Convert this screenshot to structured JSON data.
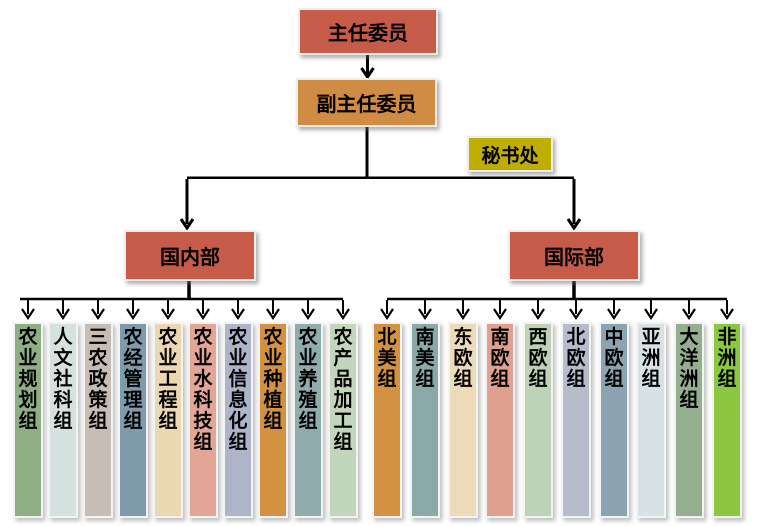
{
  "nodes": {
    "chairman": {
      "label": "主任委员",
      "color": "#C75B49"
    },
    "vice_chairman": {
      "label": "副主任委员",
      "color": "#CF8C42"
    },
    "secretariat": {
      "label": "秘书处",
      "color": "#BFAE00"
    },
    "domestic_dept": {
      "label": "国内部",
      "color": "#C75B49"
    },
    "international_dept": {
      "label": "国际部",
      "color": "#C75B49"
    }
  },
  "domestic_groups": [
    {
      "label": "农业规划组",
      "color": "#8FAE86"
    },
    {
      "label": "人文社科组",
      "color": "#D5E1DE"
    },
    {
      "label": "三农政策组",
      "color": "#C8BDB5"
    },
    {
      "label": "农经管理组",
      "color": "#7F9BAB"
    },
    {
      "label": "农业工程组",
      "color": "#EBD7B2"
    },
    {
      "label": "农业水科技组",
      "color": "#E3A595"
    },
    {
      "label": "农业信息化组",
      "color": "#AFB5C9"
    },
    {
      "label": "农业种植组",
      "color": "#D29241"
    },
    {
      "label": "农业养殖组",
      "color": "#90ACAC"
    },
    {
      "label": "农产品加工组",
      "color": "#C2D6BC"
    }
  ],
  "international_groups": [
    {
      "label": "北美组",
      "color": "#D29241"
    },
    {
      "label": "南美组",
      "color": "#8CA9A9"
    },
    {
      "label": "东欧组",
      "color": "#ECDAB8"
    },
    {
      "label": "南欧组",
      "color": "#E0A090"
    },
    {
      "label": "西欧组",
      "color": "#BED2B8"
    },
    {
      "label": "北欧组",
      "color": "#B7BCCB"
    },
    {
      "label": "中欧组",
      "color": "#8CA4B1"
    },
    {
      "label": "亚洲组",
      "color": "#D7E2E4"
    },
    {
      "label": "大洋洲组",
      "color": "#95AE90"
    },
    {
      "label": "非洲组",
      "color": "#8DC73F"
    }
  ],
  "line_color": "#000000"
}
